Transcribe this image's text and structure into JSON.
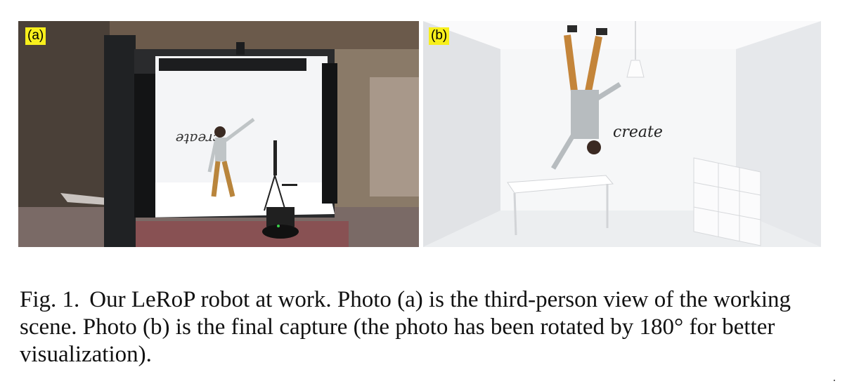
{
  "panels": [
    {
      "label": "(a)"
    },
    {
      "label": "(b)"
    }
  ],
  "caption": {
    "figure_number": "Fig. 1.",
    "text": "Our LeRoP robot at work. Photo (a) is the third-person view of the working scene. Photo (b) is the final capture (the photo has been rotated by 180° for better visualization)."
  }
}
